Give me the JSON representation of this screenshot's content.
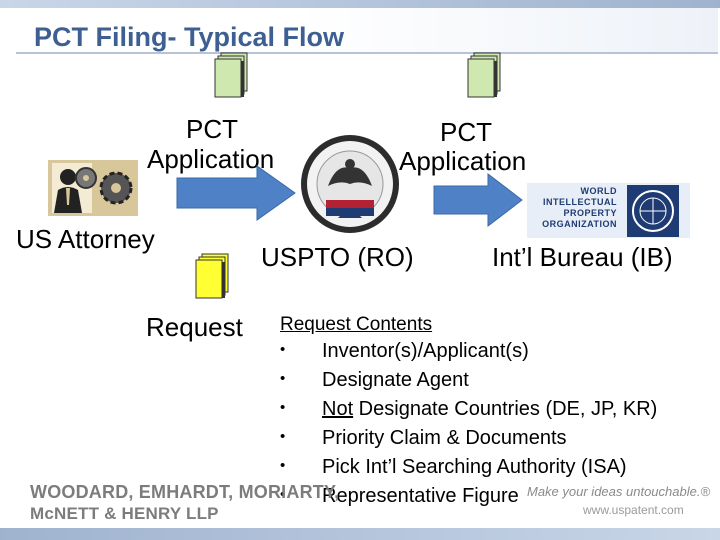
{
  "title": "PCT Filing- Typical Flow",
  "labels": {
    "pct_application_1": [
      "PCT",
      "Application"
    ],
    "pct_application_2": [
      "PCT",
      "Application"
    ],
    "us_attorney": "US Attorney",
    "uspto": "USPTO (RO)",
    "ib": "Int’l Bureau (IB)",
    "request": "Request"
  },
  "wipo_logo": {
    "lines": [
      "WORLD",
      "INTELLECTUAL",
      "PROPERTY",
      "ORGANIZATION"
    ]
  },
  "request_contents": {
    "heading": "Request Contents",
    "bullet": "•",
    "items": [
      "Inventor(s)/Applicant(s)",
      "Designate Agent",
      "Priority Claim & Documents",
      "Pick Int’l Searching Authority (ISA)",
      "Representative Figure"
    ],
    "not_item": {
      "underlined": "Not",
      "rest": " Designate Countries (DE, JP, KR)"
    }
  },
  "footer": {
    "firm_line1": "WOODARD, EMHARDT, MORIARTY,",
    "firm_line2": "McNETT & HENRY LLP",
    "tagline": "Make your ideas untouchable.®",
    "website": "www.uspatent.com"
  },
  "colors": {
    "title": "#3d5f91",
    "arrow": "#4f81c7",
    "doc_green": "#cfe8b0",
    "doc_yellow": "#ffff33"
  }
}
